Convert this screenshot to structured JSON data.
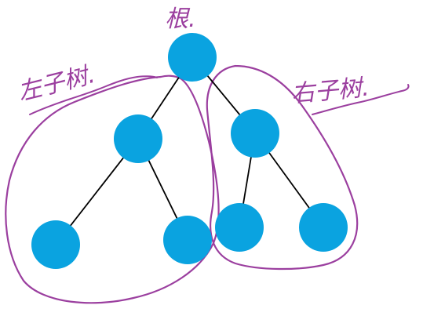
{
  "diagram": {
    "labels": {
      "root": "根.",
      "left_subtree": "左子树.",
      "right_subtree": "右子树."
    },
    "colors": {
      "node_fill": "#0aa3e0",
      "edge": "#000000",
      "annotation": "#9b3f9f"
    },
    "nodes": [
      {
        "id": "root"
      },
      {
        "id": "left-child"
      },
      {
        "id": "right-child"
      },
      {
        "id": "left-left-leaf"
      },
      {
        "id": "left-right-leaf"
      },
      {
        "id": "right-left-leaf"
      },
      {
        "id": "right-right-leaf"
      }
    ],
    "edges": [
      {
        "from": "root",
        "to": "left-child"
      },
      {
        "from": "root",
        "to": "right-child"
      },
      {
        "from": "left-child",
        "to": "left-left-leaf"
      },
      {
        "from": "left-child",
        "to": "left-right-leaf"
      },
      {
        "from": "right-child",
        "to": "right-left-leaf"
      },
      {
        "from": "right-child",
        "to": "right-right-leaf"
      }
    ]
  }
}
